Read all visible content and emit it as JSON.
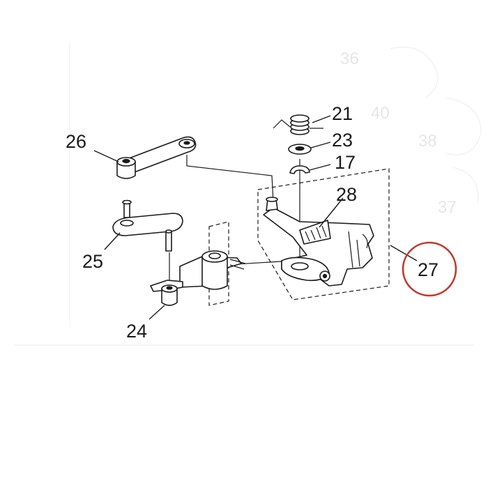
{
  "callouts": {
    "p21": "21",
    "p23": "23",
    "p17": "17",
    "p26": "26",
    "p28": "28",
    "p25": "25",
    "p27": "27",
    "p24": "24"
  },
  "background_callouts": {
    "p36": "36",
    "p40": "40",
    "p38": "38",
    "p37": "37"
  },
  "highlight": {
    "target": "27",
    "circle_color": "#c0392b"
  }
}
